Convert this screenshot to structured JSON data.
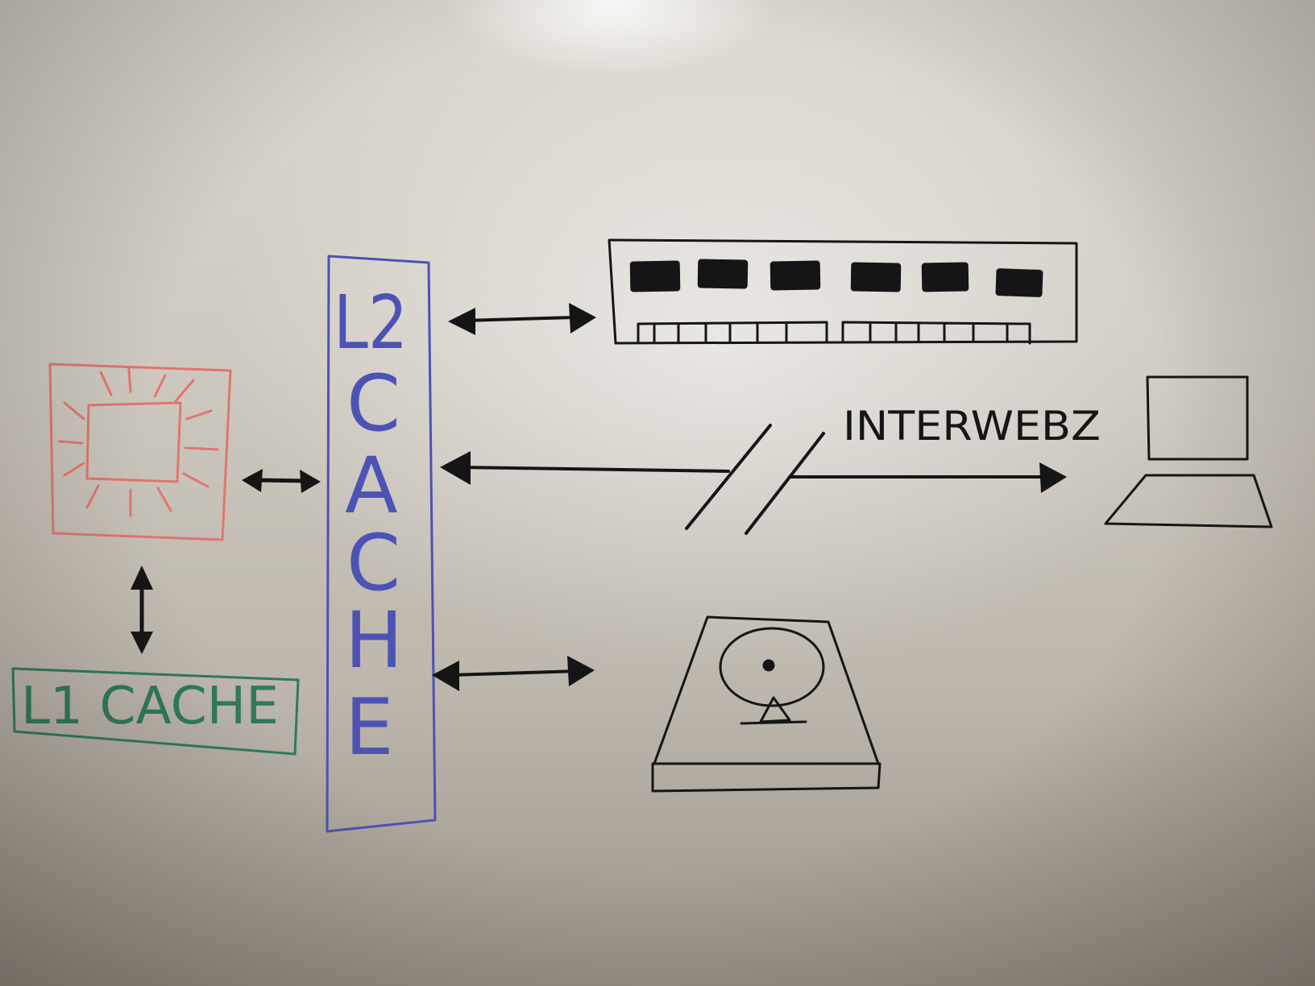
{
  "labels": {
    "l2_top": "L2",
    "l2_letters": [
      "C",
      "A",
      "C",
      "H",
      "E"
    ],
    "l1": "L1 CACHE",
    "interwebz": "INTERWEBZ"
  },
  "colors": {
    "cpu": "#e0766d",
    "l2": "#4d52b5",
    "l1": "#2f7a5c",
    "ink": "#151515"
  },
  "icons": {
    "cpu": "processor-chip-icon",
    "ram": "memory-module-icon",
    "laptop": "laptop-icon",
    "disk": "hard-disk-icon"
  }
}
